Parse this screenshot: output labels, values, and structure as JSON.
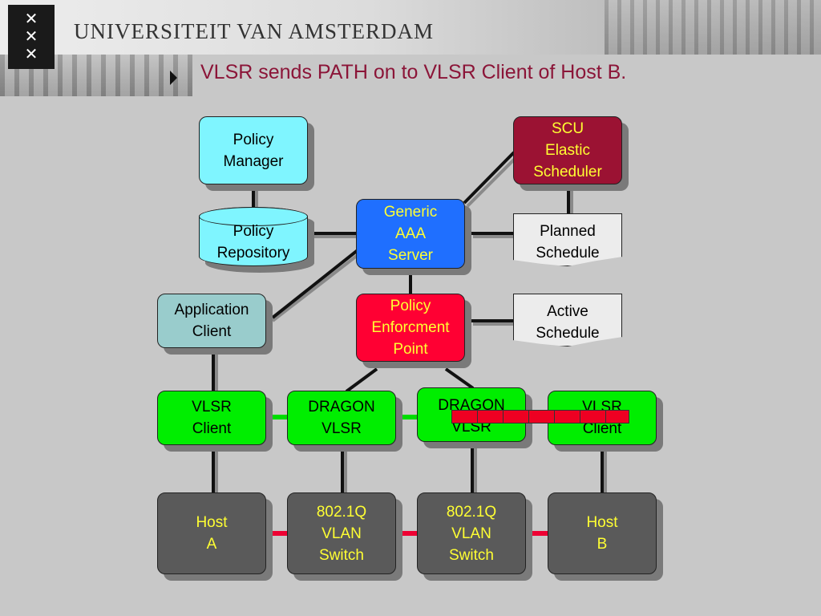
{
  "header": {
    "university_name": "UNIVERSITEIT VAN AMSTERDAM",
    "title": "VLSR sends PATH on to VLSR Client of Host B."
  },
  "nodes": {
    "policy_manager": "Policy\nManager",
    "policy_repository": "Policy\nRepository",
    "generic_aaa": "Generic\nAAA\nServer",
    "scu": "SCU\nElastic\nScheduler",
    "planned_schedule": "Planned\nSchedule",
    "active_schedule": "Active\nSchedule",
    "application_client": "Application\nClient",
    "pep": "Policy\nEnforcment\nPoint",
    "vlsr_client_a": "VLSR\nClient",
    "dragon_vlsr_1": "DRAGON\nVLSR",
    "dragon_vlsr_2": "DRAGON\nVLSR",
    "vlsr_client_b": "VLSR\nClient",
    "host_a": "Host\nA",
    "switch_1": "802.1Q\nVLAN\nSwitch",
    "switch_2": "802.1Q\nVLAN\nSwitch",
    "host_b": "Host\nB"
  },
  "colors": {
    "cyan": "#7ff5ff",
    "blue": "#1f6fff",
    "maroon": "#9b1233",
    "teal": "#99cccc",
    "red": "#ff0033",
    "green": "#00ee00",
    "gray": "#5a5a5a",
    "yellow": "#ffff33",
    "title": "#8b1538"
  }
}
